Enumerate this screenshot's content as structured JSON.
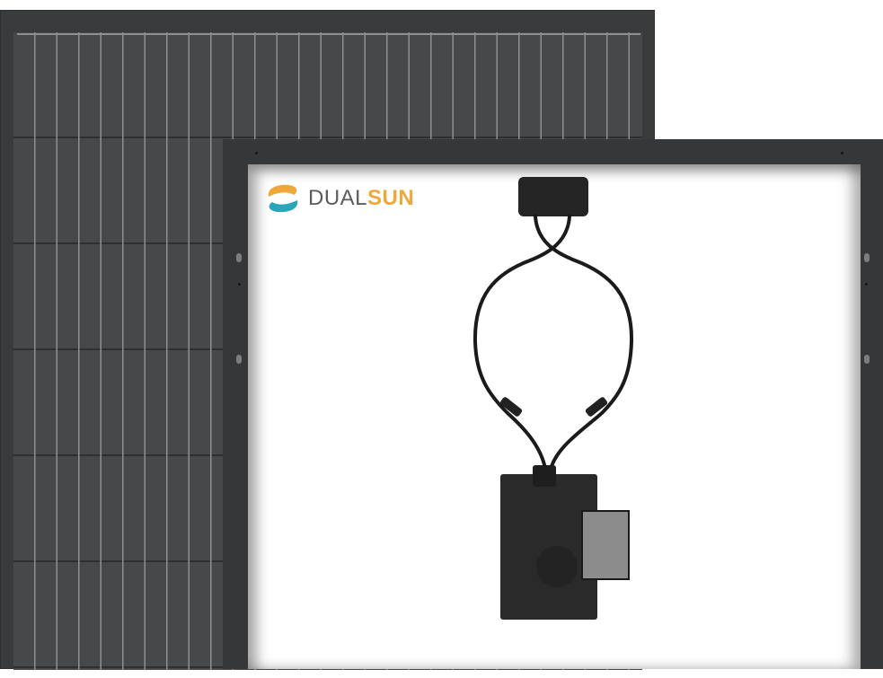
{
  "scene": {
    "description": "Product photo: DualSun solar panel front (black mono cells) overlapped by panel back with junction box, cables and microinverter",
    "colors": {
      "frame": "#363738",
      "cells": "#47484a",
      "busbar": "#8d8f91",
      "background": "#ffffff",
      "logo_orange": "#f0a83a",
      "logo_teal": "#2ba6b8",
      "logo_text_gray": "#5b5c5e"
    }
  },
  "logo": {
    "part1": "DUAL",
    "part2": "SUN"
  }
}
